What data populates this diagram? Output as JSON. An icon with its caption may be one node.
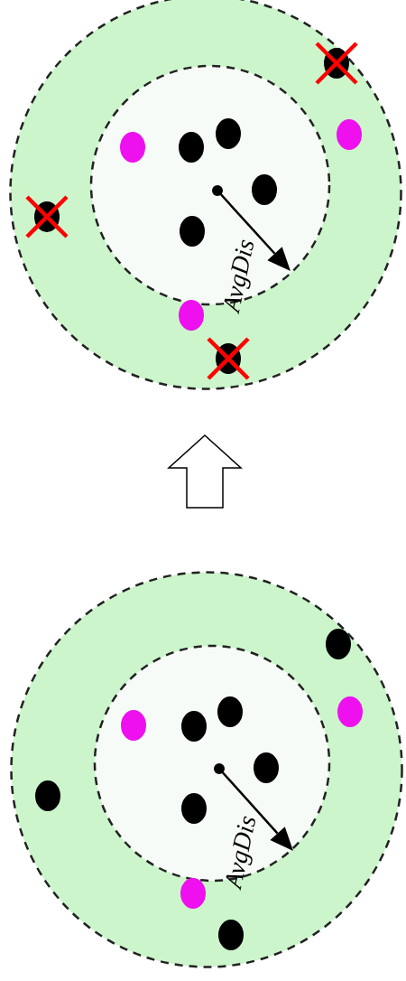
{
  "diagram": {
    "nodes": [
      {
        "text": [],
        "shape": "circle"
      },
      {
        "text": [],
        "shape": "circle"
      }
    ],
    "edges": [
      {
        "from": 1,
        "to": 0,
        "arrow": "to"
      }
    ],
    "labels": [
      "AvgDis",
      "AvgDis"
    ]
  }
}
